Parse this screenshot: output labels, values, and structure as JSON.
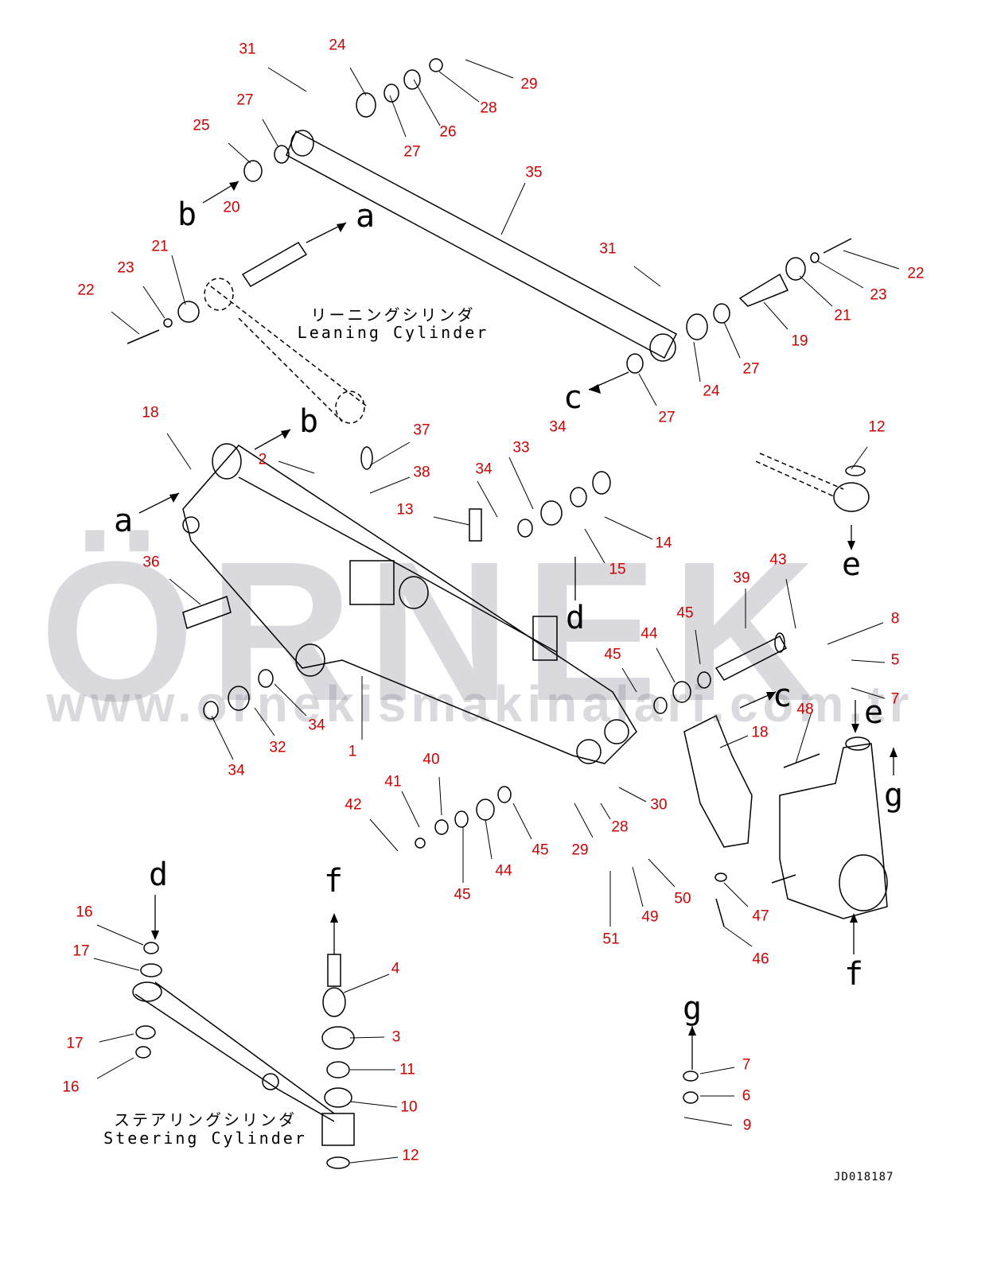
{
  "callouts": [
    "31",
    "24",
    "29",
    "28",
    "27",
    "26",
    "27",
    "25",
    "35",
    "20",
    "21",
    "23",
    "22",
    "31",
    "22",
    "23",
    "21",
    "19",
    "27",
    "24",
    "27",
    "18",
    "37",
    "34",
    "12",
    "2",
    "33",
    "38",
    "34",
    "13",
    "14",
    "15",
    "36",
    "43",
    "39",
    "45",
    "8",
    "44",
    "45",
    "5",
    "7",
    "48",
    "34",
    "18",
    "32",
    "1",
    "34",
    "40",
    "41",
    "30",
    "42",
    "28",
    "29",
    "45",
    "44",
    "45",
    "50",
    "47",
    "16",
    "49",
    "51",
    "17",
    "46",
    "4",
    "3",
    "11",
    "17",
    "16",
    "7",
    "6",
    "10",
    "9",
    "12"
  ],
  "letters": [
    "b",
    "a",
    "c",
    "b",
    "a",
    "e",
    "d",
    "c",
    "e",
    "g",
    "d",
    "f",
    "f",
    "g"
  ],
  "captions": {
    "leaning_jp": "リーニングシリンダ",
    "leaning_en": "Leaning Cylinder",
    "steering_jp": "ステアリングシリンダ",
    "steering_en": "Steering Cylinder"
  },
  "watermark": {
    "logo": "ÖRNEK",
    "url": "www.ornekismakinalari.com.tr"
  },
  "drawing_code": "JD018187",
  "colors": {
    "callout": "#d40000",
    "line": "#000000"
  }
}
